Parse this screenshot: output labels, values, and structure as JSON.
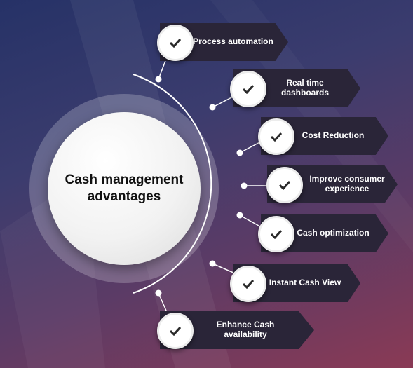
{
  "center": {
    "title": "Cash management advantages"
  },
  "advantages": [
    {
      "label": "Process automation",
      "icon": "check-icon"
    },
    {
      "label": "Real time dashboards",
      "icon": "check-icon"
    },
    {
      "label": "Cost Reduction",
      "icon": "check-icon"
    },
    {
      "label": "Improve consumer experience",
      "icon": "check-icon"
    },
    {
      "label": "Cash optimization",
      "icon": "check-icon"
    },
    {
      "label": "Instant Cash View",
      "icon": "check-icon"
    },
    {
      "label": "Enhance Cash availability",
      "icon": "check-icon"
    }
  ],
  "colors": {
    "tag_fill": "#2a2538",
    "badge_fill": "#ffffff",
    "connector": "#ffffff",
    "text": "#ffffff",
    "center_text": "#111111"
  }
}
